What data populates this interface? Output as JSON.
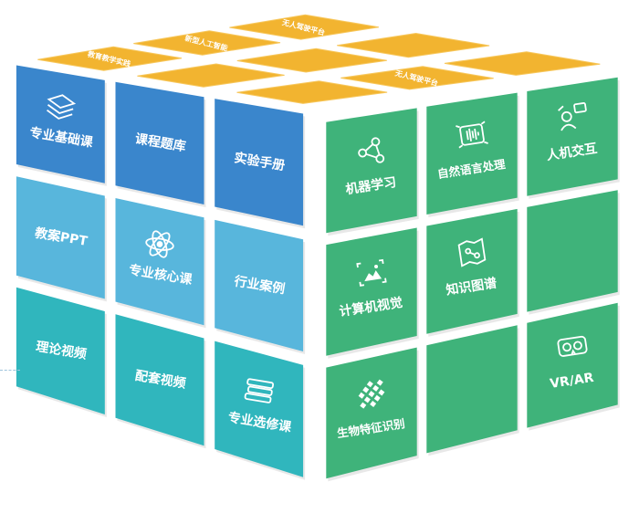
{
  "cube": {
    "colors": {
      "top": "#f2b430",
      "top_text": "#ffffff",
      "left_dark": "#3a86cc",
      "left_light": "#58b6dc",
      "left_teal": "#30b6bd",
      "right": "#3fb37a",
      "shadow": "#d8d8d8"
    },
    "left_tiles": [
      {
        "label": "专业基础课",
        "icon": "layers-icon"
      },
      {
        "label": "课程题库",
        "icon": ""
      },
      {
        "label": "实验手册",
        "icon": ""
      },
      {
        "label": "教案PPT",
        "icon": ""
      },
      {
        "label": "专业核心课",
        "icon": "atom-icon"
      },
      {
        "label": "行业案例",
        "icon": ""
      },
      {
        "label": "理论视频",
        "icon": ""
      },
      {
        "label": "配套视频",
        "icon": ""
      },
      {
        "label": "专业选修课",
        "icon": "books-icon"
      }
    ],
    "right_tiles": [
      {
        "label": "机器学习",
        "icon": "network-icon"
      },
      {
        "label": "自然语言处理",
        "icon": "waveform-icon"
      },
      {
        "label": "人机交互",
        "icon": "user-screen-icon"
      },
      {
        "label": "计算机视觉",
        "icon": "image-frame-icon"
      },
      {
        "label": "知识图谱",
        "icon": "graph-map-icon"
      },
      {
        "label": "",
        "icon": ""
      },
      {
        "label": "生物特征识别",
        "icon": "fingerprint-grid-icon"
      },
      {
        "label": "",
        "icon": ""
      },
      {
        "label": "VR/AR",
        "icon": "vr-headset-icon"
      }
    ],
    "top_tiles": [
      {
        "label": "教育教学实践"
      },
      {
        "label": "新型人工智能"
      },
      {
        "label": "无人驾驶平台"
      },
      {
        "label": ""
      },
      {
        "label": ""
      },
      {
        "label": ""
      },
      {
        "label": ""
      },
      {
        "label": "无人驾驶平台"
      },
      {
        "label": ""
      }
    ]
  }
}
